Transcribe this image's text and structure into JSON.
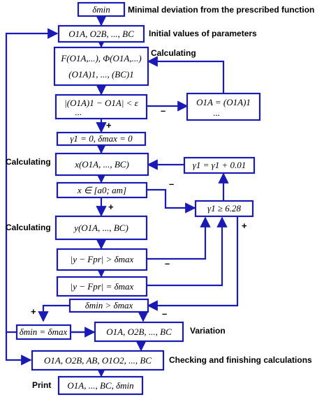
{
  "colors": {
    "stroke": "#1a1ab4",
    "box_fill": "#ffffff",
    "text": "#000000"
  },
  "boxes": {
    "delta_min": "δmin",
    "initial_params": "O1A, O2B, ..., BC",
    "calc_F_line1": "F(O1A,...), Φ(O1A,...)",
    "calc_F_line2": "(O1A)1, ..., (BC)1",
    "check_eps_line1": "|(O1A)1 − O1A| < ε",
    "check_eps_line2": "...",
    "update_params_line1": "O1A = (O1A)1",
    "update_params_line2": "...",
    "init_gamma": "γ1 = 0, δmax = 0",
    "calc_x": "x(O1A, ..., BC)",
    "gamma_increment": "γ1 = γ1 + 0.01",
    "x_range": "x ∈ [a0; am]",
    "gamma_check": "γ1 ≥ 6.28",
    "calc_y": "y(O1A, ..., BC)",
    "deviation_gt": "|y − Fpr| > δmax",
    "deviation_assign": "|y − Fpr| = δmax",
    "compare_delta": "δmin > δmax",
    "assign_delta": "δmin = δmax",
    "variation_params": "O1A, O2B, ..., BC",
    "final_params": "O1A, O2B, AB, O1O2, ..., BC",
    "print_box": "O1A, ..., BC, δmin"
  },
  "labels": {
    "minimal_deviation": "Minimal deviation from the prescribed function",
    "initial_values": "Initial values of parameters",
    "calculating_1": "Calculating",
    "calculating_2": "Calculating",
    "calculating_3": "Calculating",
    "variation": "Variation",
    "checking": "Checking and finishing calculations",
    "print": "Print"
  },
  "signs": {
    "eps_minus": "–",
    "eps_plus": "+",
    "x_minus": "–",
    "x_plus": "+",
    "gamma_plus": "+",
    "dev_minus": "–",
    "cmp_plus": "+",
    "cmp_minus": "–"
  }
}
